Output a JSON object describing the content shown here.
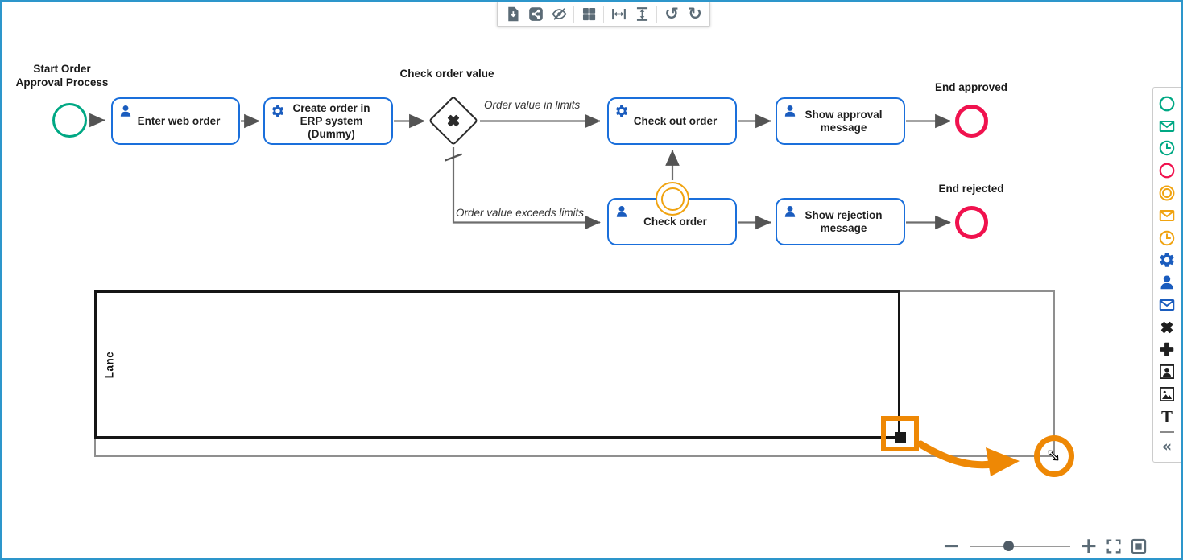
{
  "colors": {
    "frame_border": "#2d96cb",
    "task_border": "#1a6fdb",
    "task_icon_blue": "#1a5cbe",
    "start_event_green": "#00a884",
    "end_event_red": "#f0124e",
    "boundary_event_orange": "#f0a310",
    "annotation_orange": "#ee8805",
    "toolbar_icon_gray": "#5b6b76"
  },
  "toolbar": {
    "buttons": [
      {
        "name": "import-file"
      },
      {
        "name": "share"
      },
      {
        "name": "hide-elements"
      },
      {
        "name": "toggle-grid"
      },
      {
        "name": "distribute-horizontally"
      },
      {
        "name": "distribute-vertically"
      },
      {
        "name": "undo"
      },
      {
        "name": "redo"
      }
    ],
    "undo_glyph": "↺",
    "redo_glyph": "↻"
  },
  "process": {
    "start_event_label": "Start Order\nApproval Process",
    "gateway_label": "Check order value",
    "tasks": [
      {
        "label": "Enter web order",
        "type": "user"
      },
      {
        "label": "Create order in\nERP system\n(Dummy)",
        "type": "service"
      },
      {
        "label": "Check out order",
        "type": "service"
      },
      {
        "label": "Show approval\nmessage",
        "type": "user"
      },
      {
        "label": "Check order",
        "type": "user"
      },
      {
        "label": "Show rejection\nmessage",
        "type": "user"
      }
    ],
    "flow_labels": {
      "in_limits": "Order value in limits",
      "exceeds": "Order value exceeds limits"
    },
    "end_events": [
      {
        "label": "End approved"
      },
      {
        "label": "End rejected"
      }
    ],
    "lane_label": "Lane"
  },
  "palette": {
    "items": [
      {
        "name": "start-event",
        "color": "green"
      },
      {
        "name": "message-start-event",
        "color": "green"
      },
      {
        "name": "timer-start-event",
        "color": "green"
      },
      {
        "name": "end-event",
        "color": "red"
      },
      {
        "name": "boundary-event",
        "color": "orange"
      },
      {
        "name": "message-intermediate-event",
        "color": "orange"
      },
      {
        "name": "timer-intermediate-event",
        "color": "orange"
      },
      {
        "name": "service-task",
        "color": "blue"
      },
      {
        "name": "user-task",
        "color": "blue"
      },
      {
        "name": "send-task",
        "color": "blue"
      },
      {
        "name": "exclusive-gateway",
        "color": "black"
      },
      {
        "name": "parallel-gateway",
        "color": "black"
      },
      {
        "name": "participant",
        "color": "black"
      },
      {
        "name": "image",
        "color": "black"
      },
      {
        "name": "text-annotation",
        "color": "black"
      }
    ],
    "text_annotation_glyph": "T",
    "collapse_glyph": "«"
  },
  "zoom_controls": {
    "zoom_out_glyph": "−",
    "zoom_in_glyph": "+",
    "slider_position": 0.33,
    "buttons": [
      {
        "name": "zoom-out"
      },
      {
        "name": "zoom-slider"
      },
      {
        "name": "zoom-in"
      },
      {
        "name": "fullscreen"
      },
      {
        "name": "fit-viewport"
      }
    ]
  }
}
